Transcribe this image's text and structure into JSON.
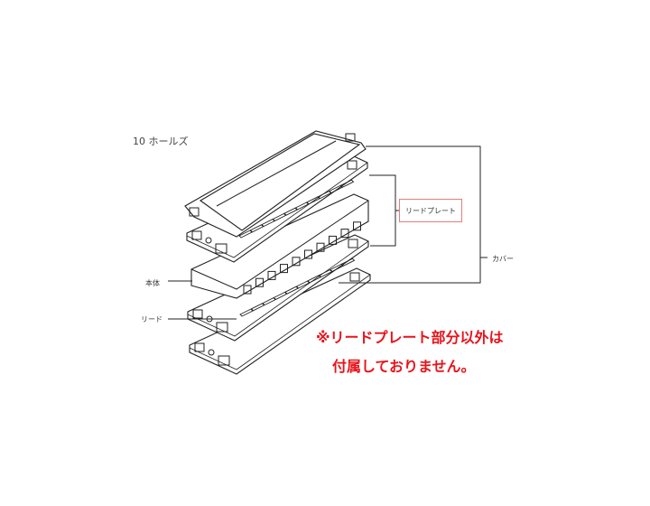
{
  "title": "10 ホールズ",
  "labels": {
    "reed_plate": "リードプレート",
    "cover": "カバー",
    "body": "本体",
    "reed": "リード"
  },
  "note": {
    "line1": "※リードプレート部分以外は",
    "line2": "付属しておりません。"
  },
  "colors": {
    "note": "#e8141b",
    "highlight_box": "#e87c7c",
    "line": "#222222"
  }
}
